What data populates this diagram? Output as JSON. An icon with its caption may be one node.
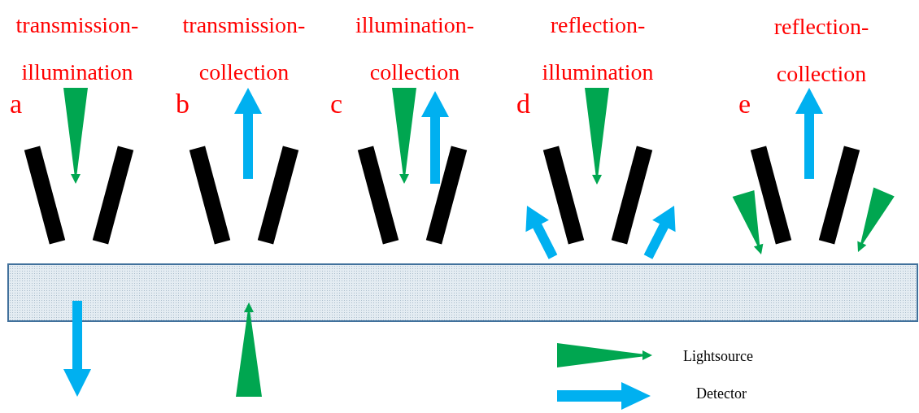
{
  "diagram": {
    "labels": [
      "transmission- illumination",
      "transmission- collection",
      "illumination- collection",
      "reflection- illumination",
      "reflection- collection",
      "a",
      "b",
      "c",
      "d",
      "e"
    ],
    "legend": [
      {
        "text": "Lightsource"
      },
      {
        "text": "Detector"
      }
    ]
  }
}
